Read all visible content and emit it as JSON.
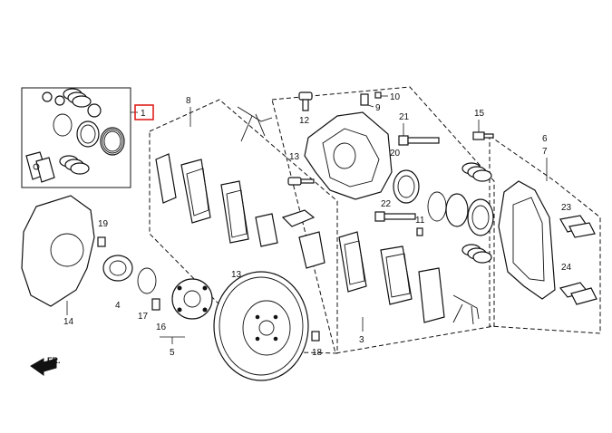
{
  "diagram": {
    "direction_label": "FR.",
    "callouts": {
      "c1": "1",
      "c3": "3",
      "c4": "4",
      "c5": "5",
      "c6": "6",
      "c7": "7",
      "c8": "8",
      "c9": "9",
      "c10": "10",
      "c11": "11",
      "c12": "12",
      "c13": "13",
      "c14": "14",
      "c15": "15",
      "c16": "16",
      "c17": "17",
      "c18": "18",
      "c19": "19",
      "c20": "20",
      "c21": "21",
      "c22": "22",
      "c23": "23",
      "c24": "24"
    },
    "highlighted_callout": "1",
    "highlight_color": "#e0201e"
  }
}
